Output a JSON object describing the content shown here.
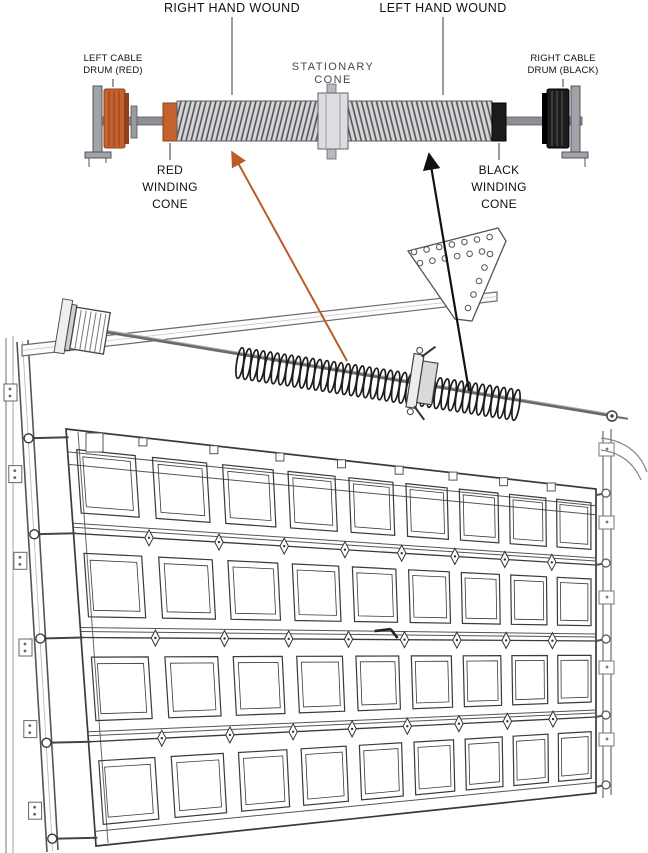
{
  "figure": {
    "top_labels": {
      "right_hand_wound": "RIGHT HAND WOUND",
      "left_hand_wound": "LEFT HAND WOUND"
    },
    "part_labels": {
      "left_cable_drum": [
        "LEFT CABLE",
        "DRUM (RED)"
      ],
      "right_cable_drum": [
        "RIGHT CABLE",
        "DRUM (BLACK)"
      ],
      "stationary_cone": [
        "STATIONARY",
        "CONE"
      ],
      "red_winding_cone": [
        "RED",
        "WINDING",
        "CONE"
      ],
      "black_winding_cone": [
        "BLACK",
        "WINDING",
        "CONE"
      ]
    },
    "colors": {
      "red_part": "#c4622d",
      "red_part_dark": "#8f421b",
      "black_part": "#1c1c1c",
      "arrow_red": "#bc5a28",
      "arrow_black": "#111111",
      "line": "#3a3a3a",
      "steel": "#8e8e96"
    }
  }
}
